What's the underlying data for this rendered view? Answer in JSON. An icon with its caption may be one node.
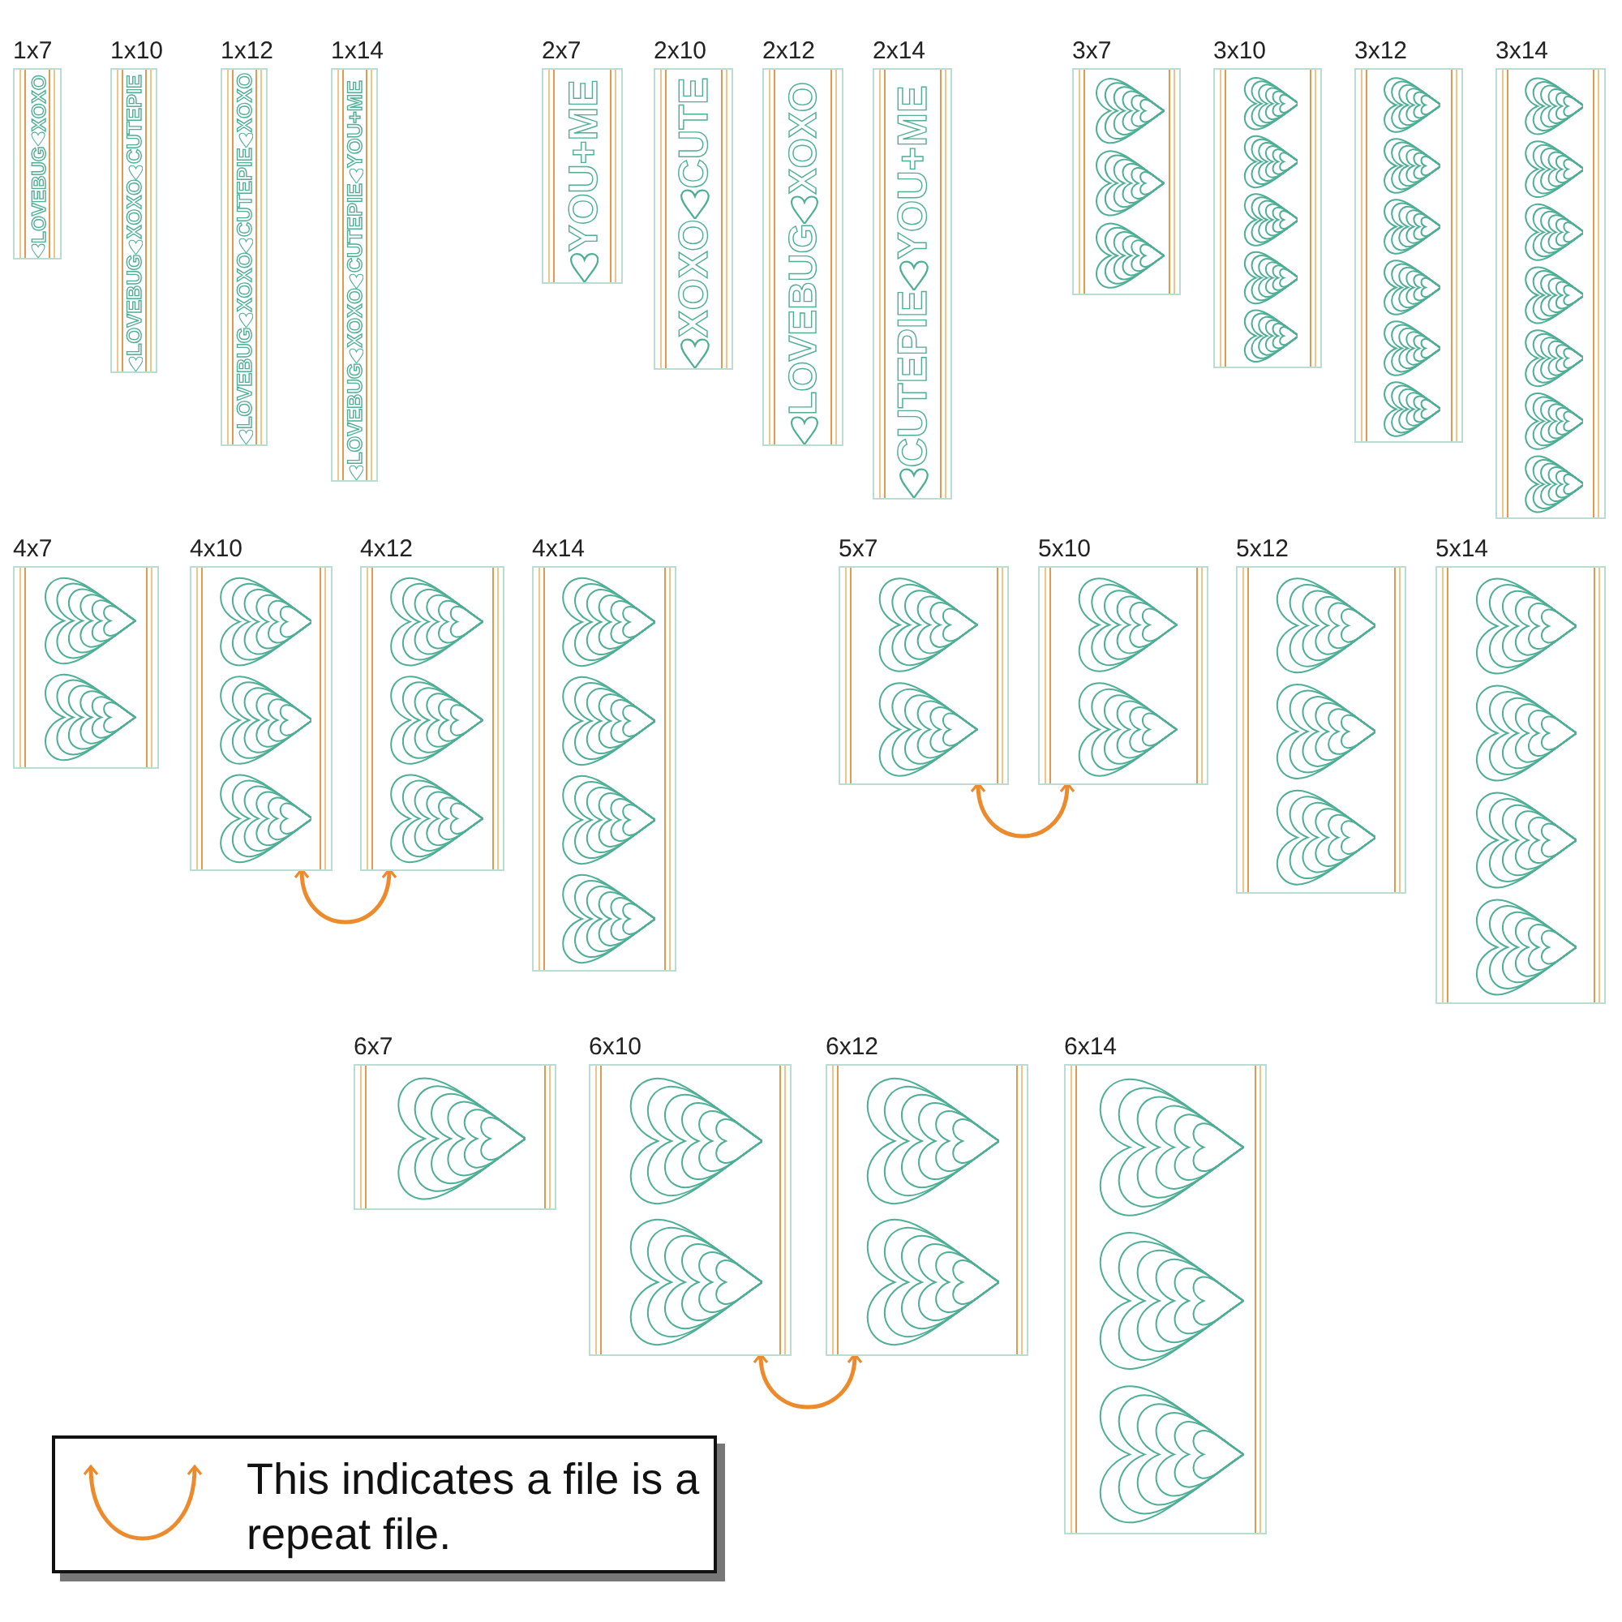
{
  "diagram": {
    "nodes": [
      {
        "text": [
          "1x7",
          "LOVEBUG",
          "XOXO"
        ]
      },
      {
        "text": [
          "1x10",
          "LOVEBUG",
          "XOXO",
          "CUTEPIE"
        ]
      },
      {
        "text": [
          "1x12",
          "LOVEBUG",
          "XOXO",
          "CUTEPIE",
          "XOXO"
        ]
      },
      {
        "text": [
          "1x14",
          "LOVEBUG",
          "XOXO",
          "CUTEPIE",
          "YOU+ME"
        ]
      },
      {
        "text": [
          "2x7",
          "YOU+ME"
        ]
      },
      {
        "text": [
          "2x10",
          "XOXO",
          "CUTE"
        ]
      },
      {
        "text": [
          "2x12",
          "LOVEBUG",
          "XOXO"
        ]
      },
      {
        "text": [
          "2x14",
          "CUTEPIE",
          "YOU+ME"
        ]
      },
      {
        "text": [
          "3x7"
        ]
      },
      {
        "text": [
          "3x10"
        ]
      },
      {
        "text": [
          "3x12"
        ]
      },
      {
        "text": [
          "3x14"
        ]
      },
      {
        "text": [
          "4x7"
        ]
      },
      {
        "text": [
          "4x10"
        ]
      },
      {
        "text": [
          "4x12"
        ]
      },
      {
        "text": [
          "4x14"
        ]
      },
      {
        "text": [
          "5x7"
        ]
      },
      {
        "text": [
          "5x10"
        ]
      },
      {
        "text": [
          "5x12"
        ]
      },
      {
        "text": [
          "5x14"
        ]
      },
      {
        "text": [
          "6x7"
        ]
      },
      {
        "text": [
          "6x10"
        ]
      },
      {
        "text": [
          "6x12"
        ]
      },
      {
        "text": [
          "6x14"
        ]
      }
    ],
    "edges": [
      {
        "from": 13,
        "to": 14,
        "arrow": "both"
      },
      {
        "from": 16,
        "to": 17,
        "arrow": "both"
      },
      {
        "from": 21,
        "to": 22,
        "arrow": "both"
      }
    ],
    "legend": [
      {
        "text": "This indicates a file is a repeat file."
      }
    ]
  }
}
